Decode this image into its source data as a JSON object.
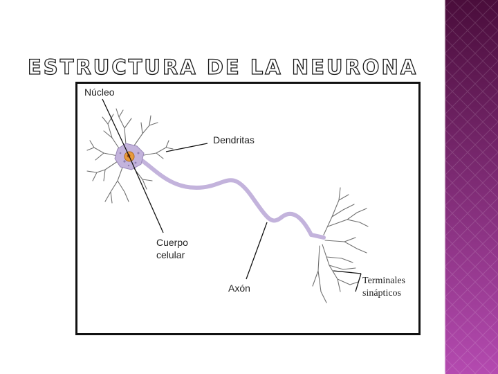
{
  "slide": {
    "title": "ESTRUCTURA DE LA NEURONA",
    "accent_dark": "#4a0d3b",
    "accent_light": "#b44ab0"
  },
  "diagram": {
    "labels": {
      "nucleus": "Núcleo",
      "dendrites": "Dendritas",
      "cell_body_line1": "Cuerpo",
      "cell_body_line2": "celular",
      "axon": "Axón",
      "terminals_line1": "Terminales",
      "terminals_line2": "sinápticos"
    },
    "neuron_color": "#c3b3dc"
  }
}
